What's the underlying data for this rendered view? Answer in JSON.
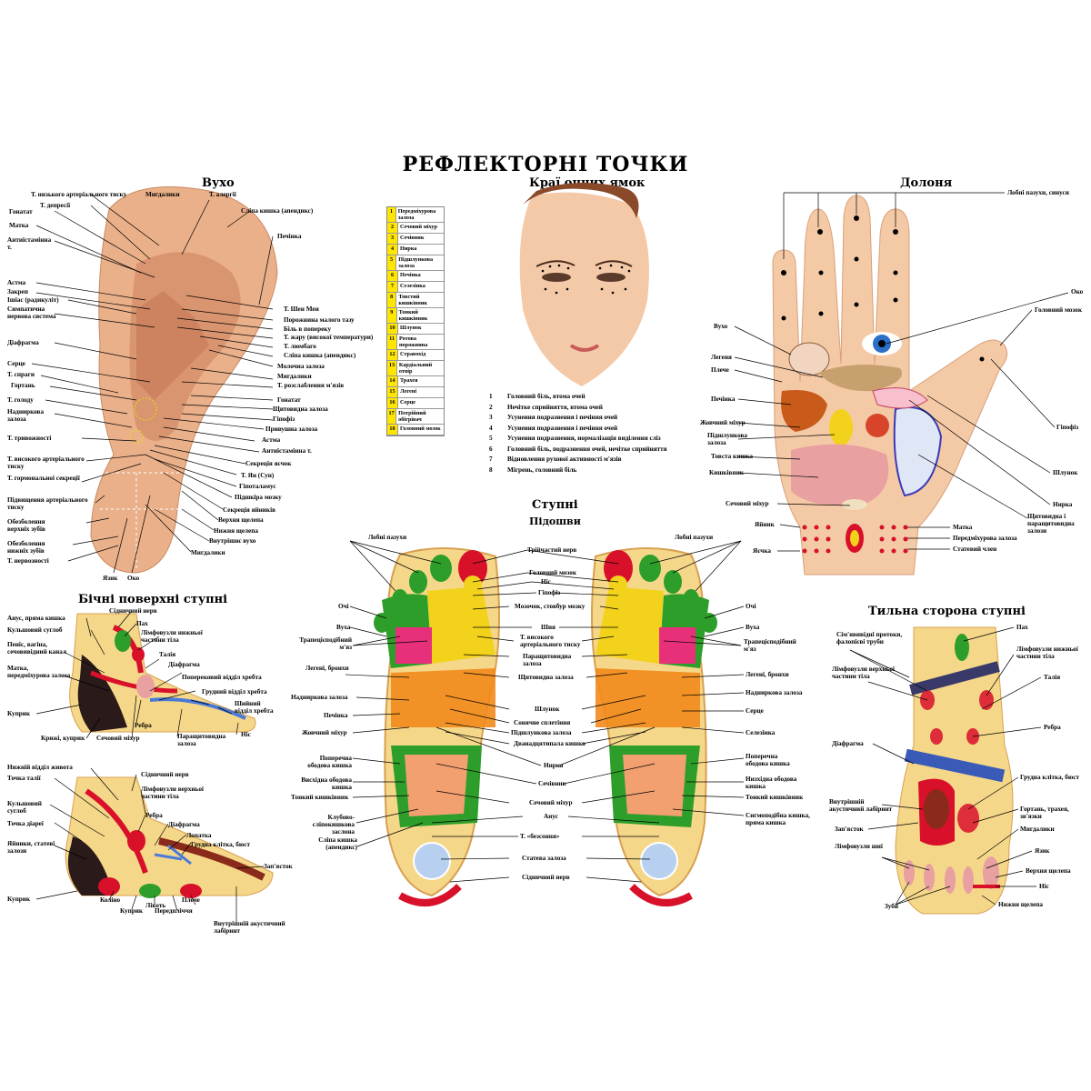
{
  "title": "РЕФЛЕКТОРНІ ТОЧКИ",
  "sections": {
    "ear": "Вухо",
    "eyes": "Краї очних ямок",
    "palm": "Долоня",
    "feet": "Ступні",
    "soles": "Підошви",
    "lateral": "Бічні поверхні ступні",
    "dorsal": "Тильна сторона ступні"
  },
  "ear_left_labels": [
    "Т. низького артеріального тиску",
    "Т. депресії",
    "Гонатат",
    "Матка",
    "Антиїстамінна т.",
    "Астма",
    "Закреп",
    "Ішіас (радикуліт)",
    "Симпатична нервова система",
    "Діафрагма",
    "Серце",
    "Т. спраги",
    "Гортань",
    "Т. голоду",
    "Надниркова залоза",
    "Т. тривожності",
    "Т. високого артеріального тиску",
    "Т. гормональної секреції",
    "Підвищення артеріального тиску",
    "Обезболення верхніх зубів",
    "Обезболення нижніх зубів",
    "Т. нервозності"
  ],
  "ear_right_labels": [
    "Мигдалики",
    "Т. алергії",
    "Сліпа кишка (апендикс)",
    "Печінка",
    "Т. Шен Мен",
    "Порожнина малого тазу",
    "Біль в поперекy",
    "Т. жару (високої температури)",
    "Т. люмбаго",
    "Сліпа кишка (апендикс)",
    "Молочна залоза",
    "Мигдалики",
    "Т. розслаблення м'язів",
    "Гонатат",
    "Щитовидна залоза",
    "Гіпофіз",
    "Привушна залоза",
    "Астма",
    "Антиїстамінна т.",
    "Секреція яєчок",
    "Т. Ян (Сун)",
    "Гіпоталамус",
    "Підшкіра мозку",
    "Секреція яйників",
    "Верхня щелепа",
    "Нижня щелепа",
    "Внутрішнє вухо",
    "Мигдалики"
  ],
  "ear_bottom_labels": [
    "Язик",
    "Око"
  ],
  "legend": [
    {
      "n": "1",
      "t": "Передміхурова залоза"
    },
    {
      "n": "2",
      "t": "Сечовий міхур"
    },
    {
      "n": "3",
      "t": "Сечівник"
    },
    {
      "n": "4",
      "t": "Нирка"
    },
    {
      "n": "5",
      "t": "Підшлункова залоза"
    },
    {
      "n": "6",
      "t": "Печінка"
    },
    {
      "n": "7",
      "t": "Селезінка"
    },
    {
      "n": "8",
      "t": "Товстий кишківник"
    },
    {
      "n": "9",
      "t": "Тонкий кишківник"
    },
    {
      "n": "10",
      "t": "Шлунок"
    },
    {
      "n": "11",
      "t": "Ротова порожнина"
    },
    {
      "n": "12",
      "t": "Стравохід"
    },
    {
      "n": "13",
      "t": "Кардіальний отвір"
    },
    {
      "n": "14",
      "t": "Трахея"
    },
    {
      "n": "15",
      "t": "Легені"
    },
    {
      "n": "16",
      "t": "Серце"
    },
    {
      "n": "17",
      "t": "Потрійний обігрівач"
    },
    {
      "n": "18",
      "t": "Головний мозок"
    }
  ],
  "eye_list": [
    {
      "n": "1",
      "t": "Головний біль, втома очей"
    },
    {
      "n": "2",
      "t": "Нечітке сприйняття, втома очей"
    },
    {
      "n": "3",
      "t": "Усунення подразнення і печіння очей"
    },
    {
      "n": "4",
      "t": "Усунення подразнення і печіння очей"
    },
    {
      "n": "5",
      "t": "Усунення подразнення, нормалізація виділення сліз"
    },
    {
      "n": "6",
      "t": "Головний біль, подразнення очей, нечітке сприйняття"
    },
    {
      "n": "7",
      "t": "Відновлення рухової активності м'язів"
    },
    {
      "n": "8",
      "t": "Мігрень, головний біль"
    }
  ],
  "palm_left_labels": [
    "Вухо",
    "Легеня",
    "Плече",
    "Печінка",
    "Жовчний міхур",
    "Підшлункова залоза",
    "Товста кишка",
    "Кишківник",
    "Сечовий міхур",
    "Яйник",
    "Яєчка"
  ],
  "palm_right_labels": [
    "Лобні пазухи, синуси",
    "Око",
    "Головний мозок",
    "Гіпофіз",
    "Шлунок",
    "Нирка",
    "Щитовидна і паращитовидна залози",
    "Матка",
    "Передміхурова залоза",
    "Статевий член"
  ],
  "soles_center_labels": [
    "Трійчастий нерв",
    "Головний мозок",
    "Ніс",
    "Гіпофіз",
    "Мозочок, стовбур мозку",
    "Шия",
    "Т. високого артеріального тиску",
    "Паращитовидна залоза",
    "Щитовидна залоза",
    "Шлунок",
    "Сонячне сплетіння",
    "Підшлункова залоза",
    "Дванадцятипала кишка",
    "Нирка",
    "Сечівник",
    "Сечовий міхур",
    "Анус",
    "Т. «безсоння»",
    "Статева залоза",
    "Сідничний нерв"
  ],
  "soles_left_labels": [
    "Лобні пазухи",
    "Очі",
    "Вуха",
    "Трапецієподібний м'яз",
    "Легені, бронхи",
    "Надниркова залоза",
    "Печінка",
    "Жовчний міхур",
    "Поперечна ободова кишка",
    "Висхідна ободова кишка",
    "Тонкий кишківник",
    "Клубово-сліпокишкова заслона",
    "Сліпа кишка (апендикс)"
  ],
  "soles_right_labels": [
    "Лобні пазухи",
    "Очі",
    "Вуха",
    "Трапецієподібний м'яз",
    "Легені, бронхи",
    "Надниркова залоза",
    "Серце",
    "Селезінка",
    "Поперечна ободова кишка",
    "Низхідна ободова кишка",
    "Тонкий кишківник",
    "Сигмоподібна кишка, пряма кишка"
  ],
  "lateral_top_labels": [
    "Анус, пряма кишка",
    "Кульшовий суглоб",
    "Пеніс, вагіна, сечовивідний канал",
    "Матка, передміхурова залоза",
    "Куприк",
    "Крижі, куприк",
    "Сечовий міхур",
    "Сідничний нерв",
    "Пах",
    "Лімфовузли нижньої частини тіла",
    "Талія",
    "Діафрагма",
    "Поперековий відділ хребта",
    "Грудний відділ хребта",
    "Шийний відділ хребта",
    "Ребра",
    "Паращитовидна залоза",
    "Ніс"
  ],
  "lateral_bottom_labels": [
    "Нижній відділ живота",
    "Точка талії",
    "Кульшовий суглоб",
    "Точка діареї",
    "Яйники, статеві залози",
    "Куприк",
    "Коліно",
    "Куприк",
    "Лікоть",
    "Плече",
    "Передпліччя",
    "Сідничний нерв",
    "Лімфовузли верхньої частини тіла",
    "Ребра",
    "Діафрагма",
    "Лопатка",
    "Грудна клітка, бюст",
    "Зап'ясток",
    "Внутрішній акустичний лабіринт"
  ],
  "dorsal_left_labels": [
    "Сім'явивідні протоки, фалопієві труби",
    "Лімфовузли верхньої частини тіла",
    "Діафрагма",
    "Внутрішній акустичний лабіринт",
    "Зап'ясток",
    "Лімфовузли шиї",
    "Зуби"
  ],
  "dorsal_right_labels": [
    "Пах",
    "Лімфовузли нижньої частини тіла",
    "Талія",
    "Ребра",
    "Грудна клітка, бюст",
    "Гортань, трахея, зв'язки",
    "Мигдалики",
    "Язик",
    "Верхня щелепа",
    "Ніс",
    "Нижня щелепа"
  ],
  "colors": {
    "skin": "#f2c7a8",
    "red": "#d8102a",
    "green": "#2e9e2a",
    "yellow": "#f2d21a",
    "orange": "#f28a1a",
    "blue": "#3a6fc8",
    "pink": "#e8307a",
    "purple": "#7a3a9a",
    "brown": "#8a4a2a"
  }
}
